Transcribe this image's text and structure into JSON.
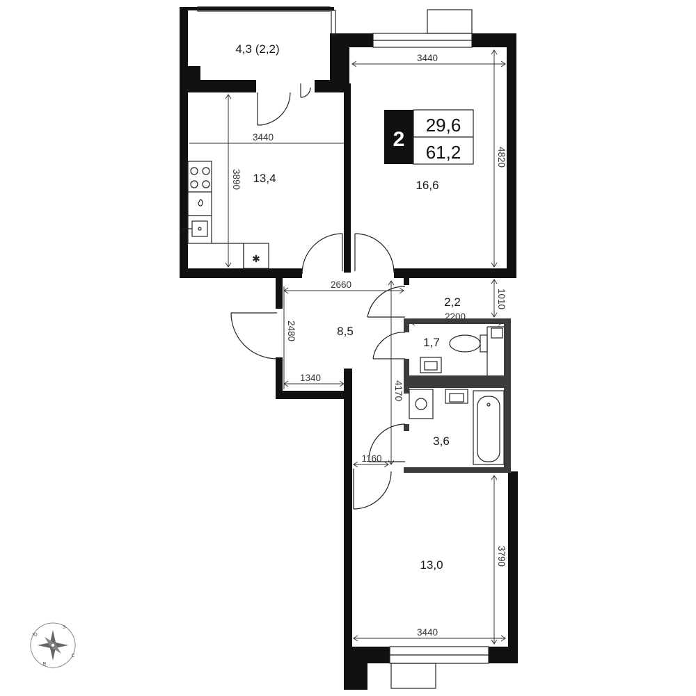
{
  "badge": {
    "rooms": "2",
    "living_area": "29,6",
    "total_area": "61,2"
  },
  "rooms": {
    "balcony": "4,3 (2,2)",
    "kitchen": "13,4",
    "bedroom_top": "16,6",
    "hall": "8,5",
    "bathroom_small": "2,2",
    "toilet": "1,7",
    "bathroom": "3,6",
    "bedroom_bottom": "13,0"
  },
  "dimensions": {
    "kitchen_width": "3440",
    "kitchen_height": "3890",
    "bedroom_top_width": "3440",
    "bedroom_top_height": "4820",
    "hall_width": "2660",
    "hall_height": "2480",
    "hall_bottom": "1340",
    "corridor_length": "4170",
    "bath_small_height": "1010",
    "bath_small_width": "2200",
    "corridor_width": "1160",
    "bedroom_bottom_height": "3790",
    "bedroom_bottom_width": "3440"
  },
  "compass": {
    "north": "З",
    "east": "С",
    "south": "В",
    "west": "Ю"
  },
  "colors": {
    "wall": "#111111",
    "wet_wall": "#3c3c3c",
    "badge_bg": "#111111"
  }
}
